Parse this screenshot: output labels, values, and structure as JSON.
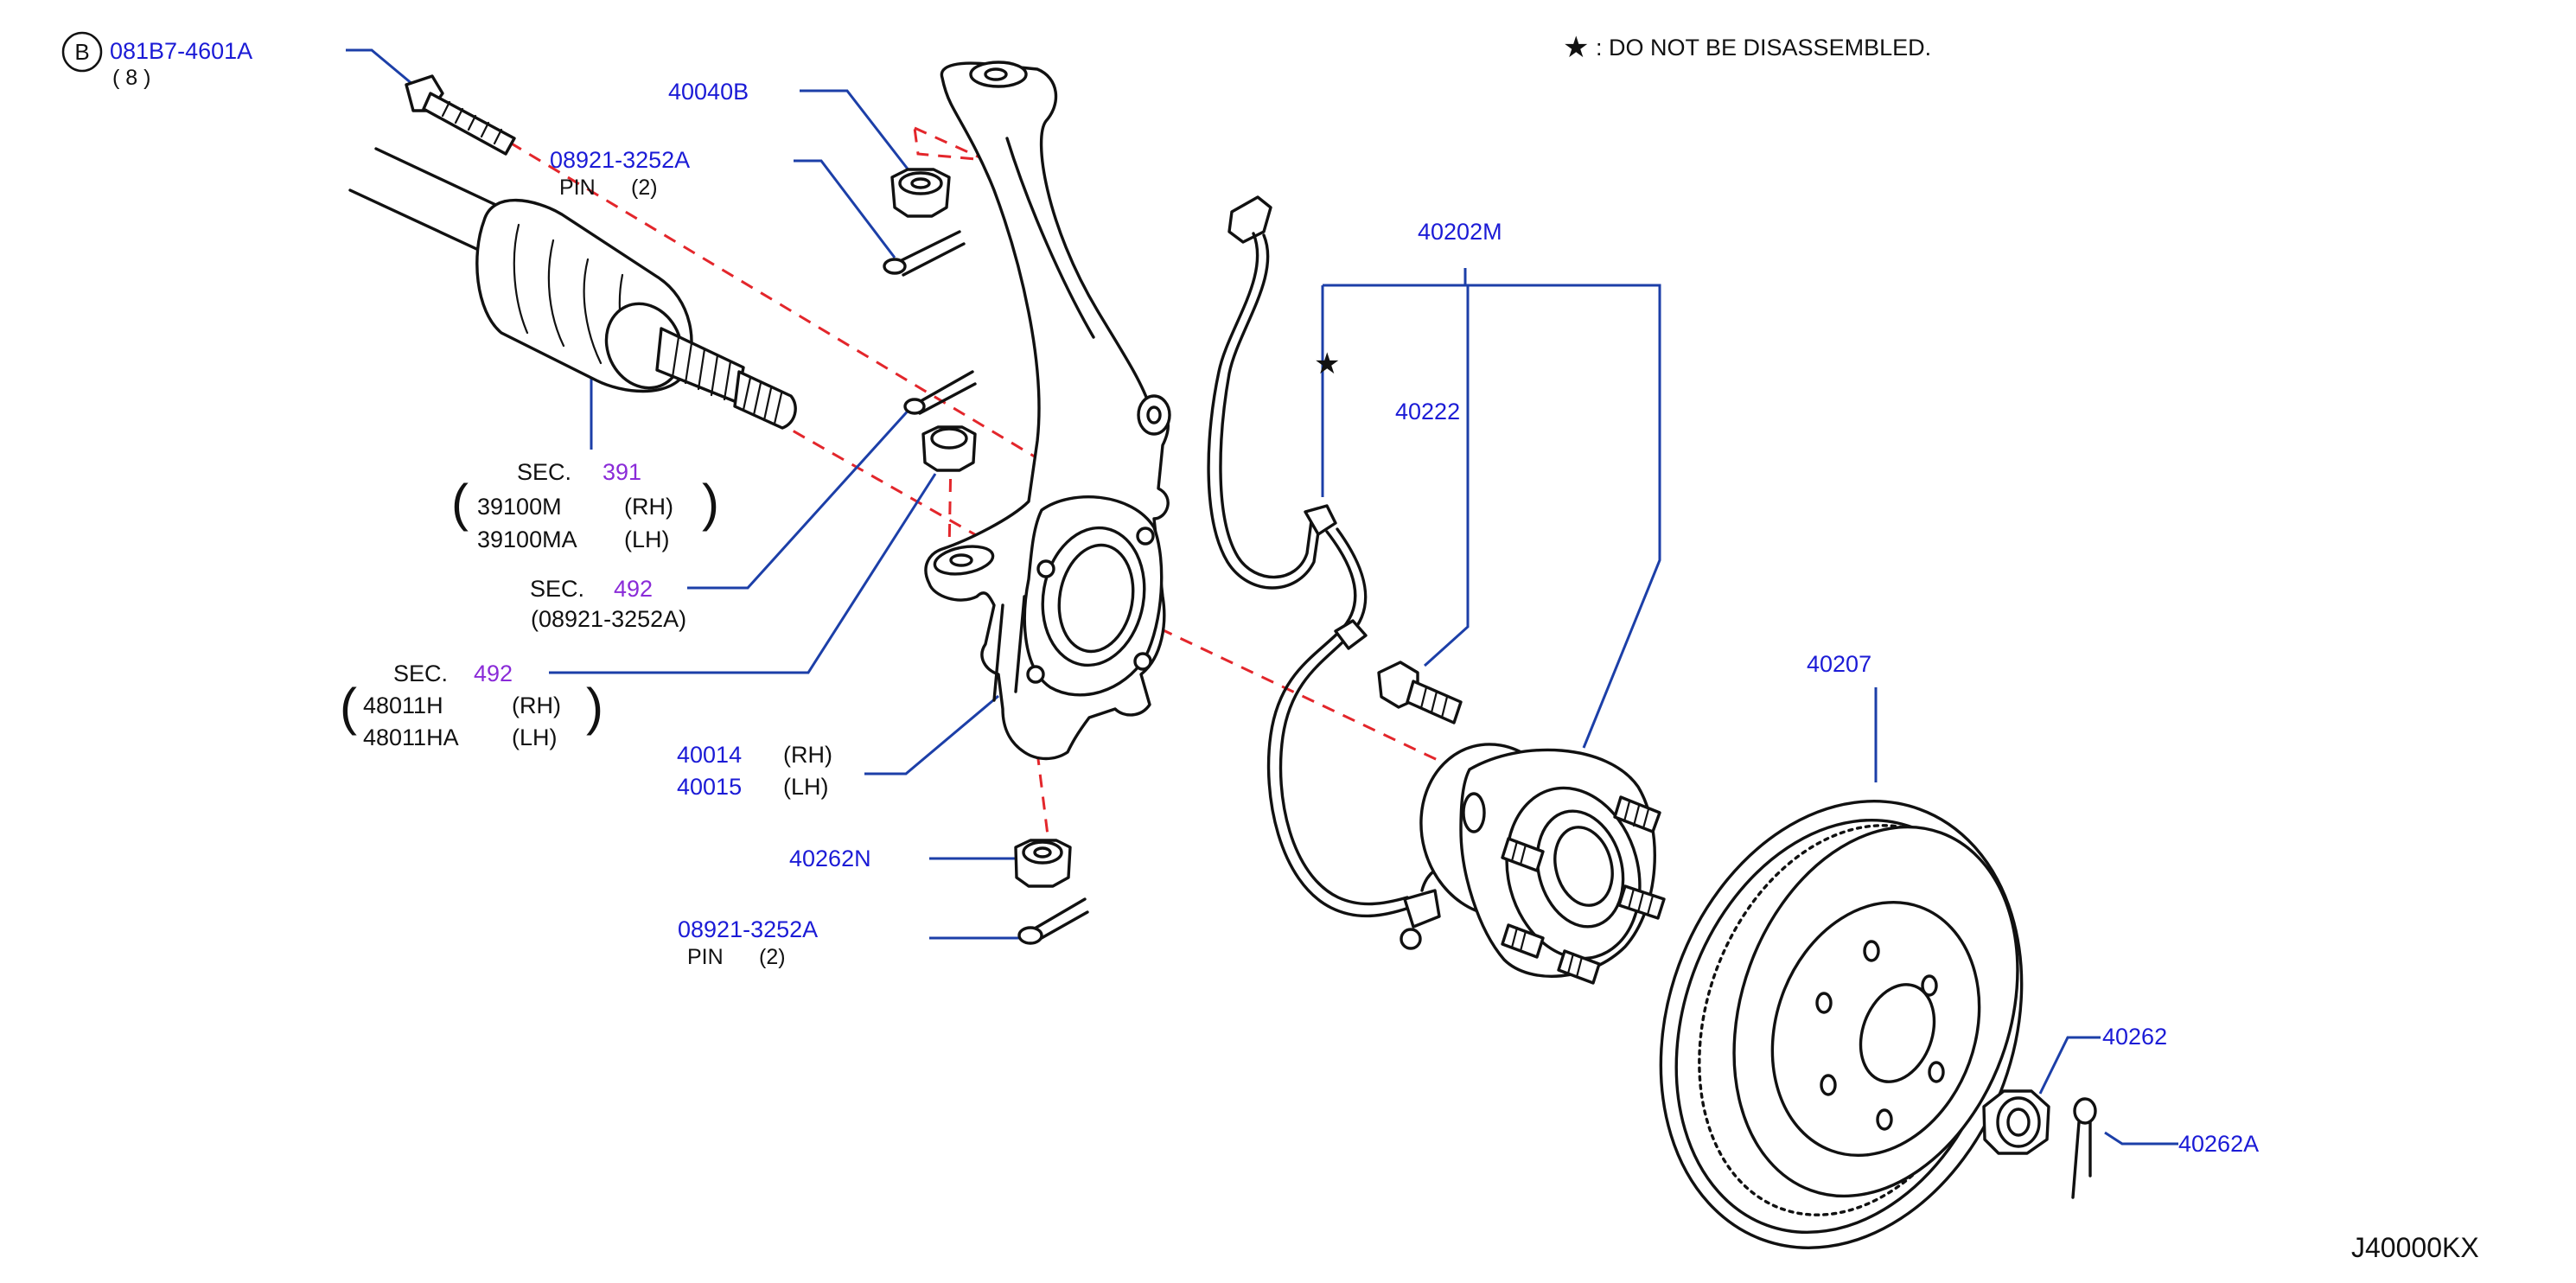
{
  "note": {
    "star": "★",
    "text": ":  DO  NOT  BE  DISASSEMBLED."
  },
  "drawing_id": "J40000KX",
  "callouts": {
    "bolt": {
      "circle_letter": "B",
      "part": "081B7-4601A",
      "qty": "(   8   )"
    },
    "nut_top": {
      "part": "40040B"
    },
    "pin_top": {
      "part": "08921-3252A",
      "desc": "PIN",
      "qty": "(2)"
    },
    "driveshaft": {
      "sec": "SEC.",
      "sec_no": "391",
      "rh_part": "39100M",
      "rh": "(RH)",
      "lh_part": "39100MA",
      "lh": "(LH)"
    },
    "steering_sec": {
      "sec": "SEC.",
      "sec_no": "492",
      "sub": "(08921-3252A)"
    },
    "tierod_sec": {
      "sec": "SEC.",
      "sec_no": "492",
      "rh_part": "48011H",
      "rh": "(RH)",
      "lh_part": "48011HA",
      "lh": "(LH)"
    },
    "knuckle": {
      "rh_part": "40014",
      "rh": "(RH)",
      "lh_part": "40015",
      "lh": "(LH)"
    },
    "nut_bottom": {
      "part": "40262N"
    },
    "pin_bottom": {
      "part": "08921-3252A",
      "desc": "PIN",
      "qty": "(2)"
    },
    "hub_assy": {
      "part": "40202M"
    },
    "hub_bolt": {
      "part": "40222"
    },
    "rotor": {
      "part": "40207"
    },
    "hub_nut": {
      "part": "40262"
    },
    "cotter": {
      "part": "40262A"
    }
  },
  "colors": {
    "part_link": "#1b1bd6",
    "section_link": "#8a2bd8",
    "leader": "#1c3fa8",
    "centerline": "#e3262b"
  }
}
